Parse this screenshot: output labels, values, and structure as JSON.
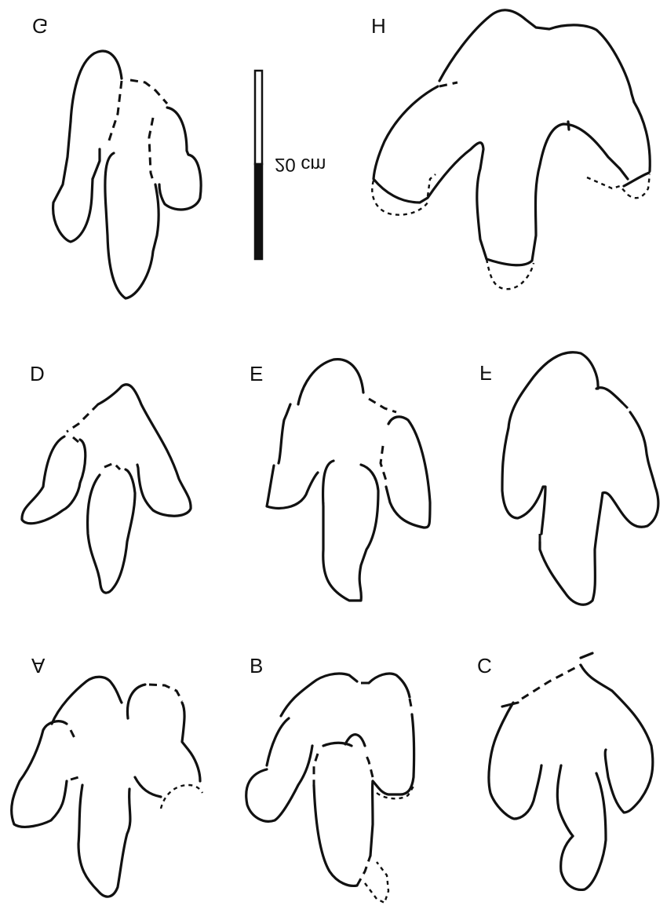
{
  "figure": {
    "panels": [
      {
        "id": "G",
        "label": "G"
      },
      {
        "id": "H",
        "label": "H"
      },
      {
        "id": "D",
        "label": "D"
      },
      {
        "id": "E",
        "label": "E"
      },
      {
        "id": "F",
        "label": "F"
      },
      {
        "id": "A",
        "label": "A"
      },
      {
        "id": "B",
        "label": "B"
      },
      {
        "id": "C",
        "label": "C"
      }
    ],
    "scale_bar": {
      "label": "20 cm",
      "colors": {
        "light": "#ffffff",
        "dark": "#111111"
      }
    }
  }
}
